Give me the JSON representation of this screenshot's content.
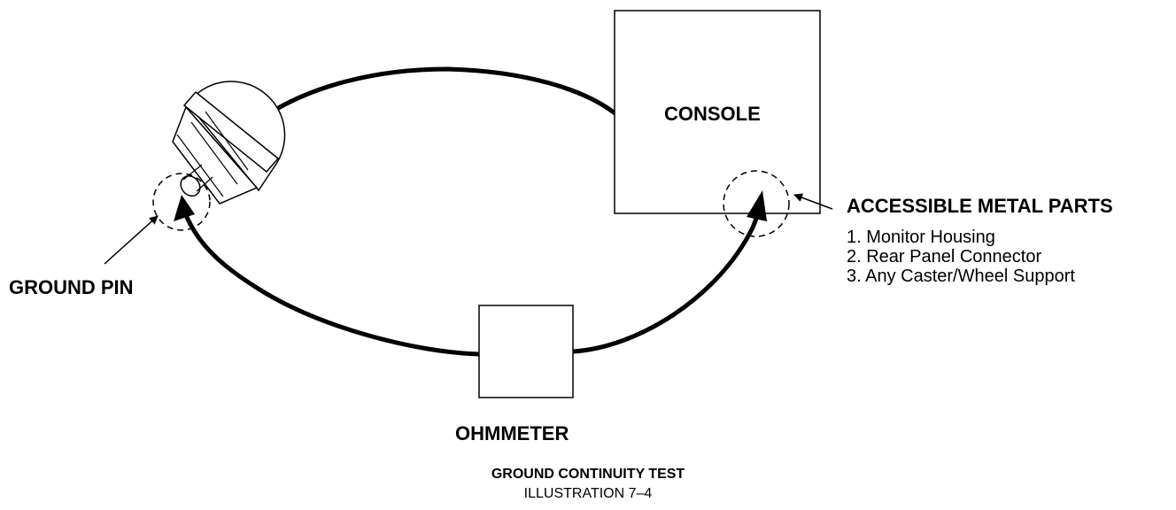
{
  "labels": {
    "console": "CONSOLE",
    "ohmmeter": "OHMMETER",
    "ground_pin": "GROUND PIN",
    "accessible_metal_parts": "ACCESSIBLE METAL PARTS"
  },
  "metal_parts_list": [
    "1. Monitor Housing",
    "2. Rear Panel Connector",
    "3. Any Caster/Wheel Support"
  ],
  "caption": {
    "title": "GROUND CONTINUITY TEST",
    "subtitle": "ILLUSTRATION 7–4"
  },
  "colors": {
    "stroke": "#000000",
    "background": "#ffffff"
  },
  "icons": {
    "plug": "power-plug-icon",
    "arrowheads": "arrow-icon"
  }
}
